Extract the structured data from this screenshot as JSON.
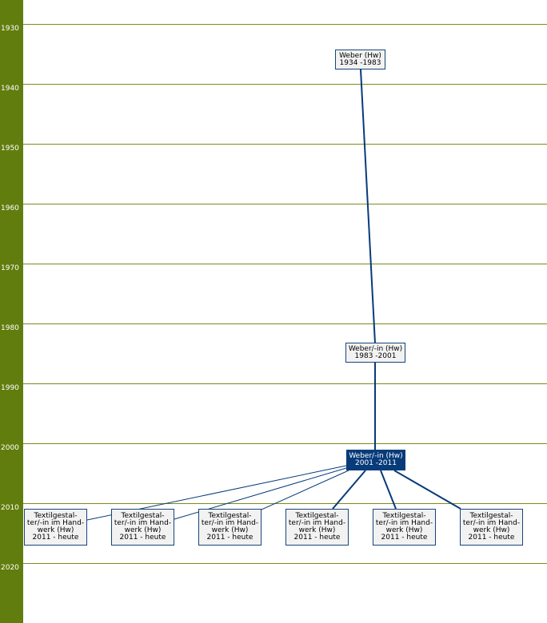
{
  "timeline": {
    "years": [
      "1930",
      "1940",
      "1950",
      "1960",
      "1970",
      "1980",
      "1990",
      "2000",
      "2010",
      "2020"
    ]
  },
  "nodes": [
    {
      "id": "weber",
      "lines": [
        "Weber (Hw)",
        "1934 -1983"
      ],
      "current": false
    },
    {
      "id": "weberin-1983",
      "lines": [
        "Weber/-in (Hw)",
        "1983 -2001"
      ],
      "current": false
    },
    {
      "id": "weberin-2001",
      "lines": [
        "Weber/-in (Hw)",
        "2001 -2011"
      ],
      "current": true
    },
    {
      "id": "textil-1",
      "lines": [
        "Textilgestal-",
        "ter/-in im Hand-",
        "werk (Hw)",
        "2011 - heute"
      ],
      "current": false
    },
    {
      "id": "textil-2",
      "lines": [
        "Textilgestal-",
        "ter/-in im Hand-",
        "werk (Hw)",
        "2011 - heute"
      ],
      "current": false
    },
    {
      "id": "textil-3",
      "lines": [
        "Textilgestal-",
        "ter/-in im Hand-",
        "werk (Hw)",
        "2011 - heute"
      ],
      "current": false
    },
    {
      "id": "textil-4",
      "lines": [
        "Textilgestal-",
        "ter/-in im Hand-",
        "werk (Hw)",
        "2011 - heute"
      ],
      "current": false
    },
    {
      "id": "textil-5",
      "lines": [
        "Textilgestal-",
        "ter/-in im Hand-",
        "werk (Hw)",
        "2011 - heute"
      ],
      "current": false
    },
    {
      "id": "textil-6",
      "lines": [
        "Textilgestal-",
        "ter/-in im Hand-",
        "werk (Hw)",
        "2011 - heute"
      ],
      "current": false
    }
  ],
  "colors": {
    "axis": "#617d0d",
    "link": "#073b7a",
    "current": "#073b7a"
  }
}
